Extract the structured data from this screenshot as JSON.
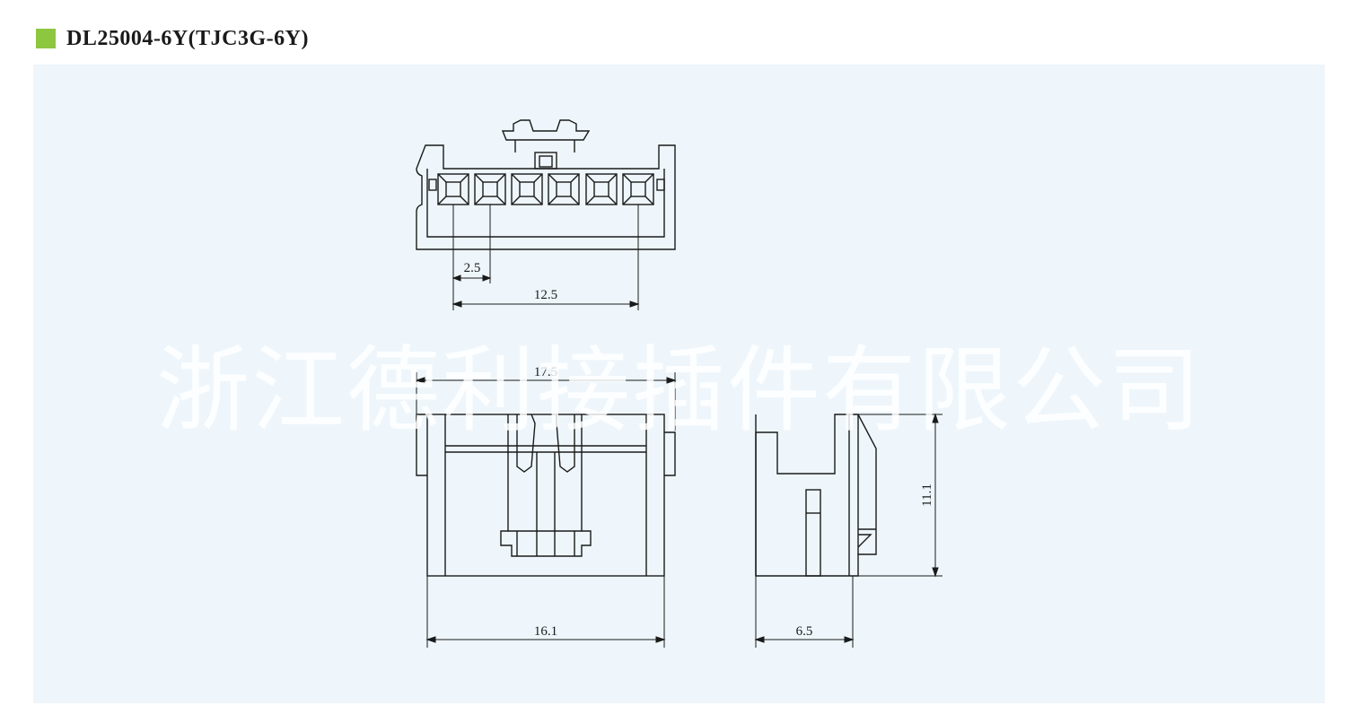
{
  "header": {
    "title": "DL25004-6Y(TJC3G-6Y)",
    "marker_color": "#8dc63f"
  },
  "panel": {
    "background": "#eef6fb"
  },
  "dimensions": {
    "pitch": "2.5",
    "pin_span": "12.5",
    "top_width": "17.5",
    "bottom_width": "16.1",
    "height": "11.1",
    "depth": "6.5"
  },
  "watermark": "浙江德利接插件有限公司",
  "colors": {
    "line": "#1a1a1a"
  }
}
